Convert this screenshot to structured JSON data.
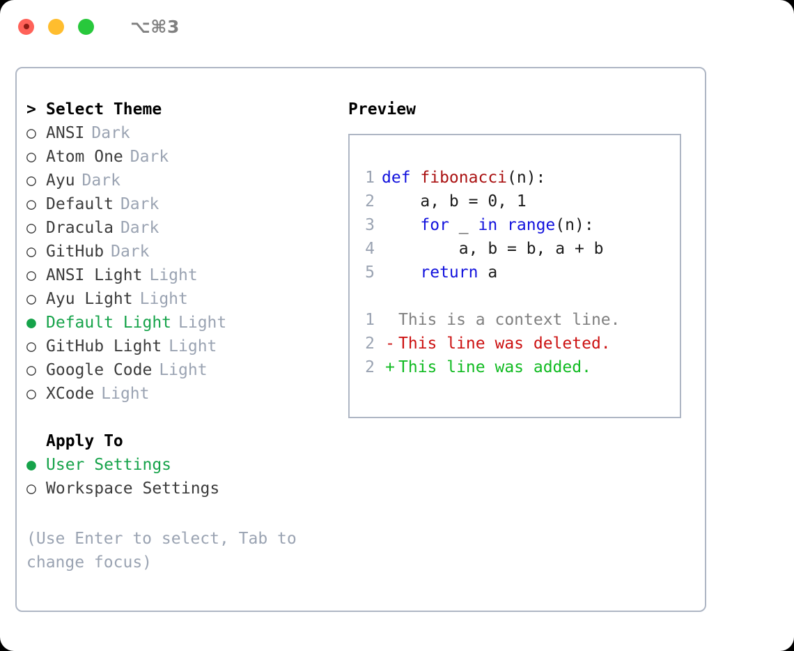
{
  "window": {
    "shortcut": "⌥⌘3",
    "traffic_lights": [
      {
        "name": "close",
        "color": "#ff6259"
      },
      {
        "name": "minimize",
        "color": "#ffbd2e"
      },
      {
        "name": "maximize",
        "color": "#28c83c"
      }
    ]
  },
  "colors": {
    "accent_selected": "#16a34a",
    "muted": "#9aa3b2",
    "text": "#3b3b3b",
    "border": "#aeb6c4",
    "keyword": "#1111dd",
    "function": "#aa1111",
    "diff_added": "#11bb22",
    "diff_deleted": "#cc1111",
    "diff_context": "#808080"
  },
  "theme_list": {
    "header_marker": ">",
    "header": "Select Theme",
    "items": [
      {
        "marker": "○",
        "name": "ANSI",
        "variant": "Dark",
        "selected": false
      },
      {
        "marker": "○",
        "name": "Atom One",
        "variant": "Dark",
        "selected": false
      },
      {
        "marker": "○",
        "name": "Ayu",
        "variant": "Dark",
        "selected": false
      },
      {
        "marker": "○",
        "name": "Default",
        "variant": "Dark",
        "selected": false
      },
      {
        "marker": "○",
        "name": "Dracula",
        "variant": "Dark",
        "selected": false
      },
      {
        "marker": "○",
        "name": "GitHub",
        "variant": "Dark",
        "selected": false
      },
      {
        "marker": "○",
        "name": "ANSI Light",
        "variant": "Light",
        "selected": false
      },
      {
        "marker": "○",
        "name": "Ayu Light",
        "variant": "Light",
        "selected": false
      },
      {
        "marker": "●",
        "name": "Default Light",
        "variant": "Light",
        "selected": true
      },
      {
        "marker": "○",
        "name": "GitHub Light",
        "variant": "Light",
        "selected": false
      },
      {
        "marker": "○",
        "name": "Google Code",
        "variant": "Light",
        "selected": false
      },
      {
        "marker": "○",
        "name": "XCode",
        "variant": "Light",
        "selected": false
      }
    ]
  },
  "apply_to": {
    "header": "Apply To",
    "items": [
      {
        "marker": "●",
        "name": "User Settings",
        "selected": true
      },
      {
        "marker": "○",
        "name": "Workspace Settings",
        "selected": false
      }
    ]
  },
  "hint": "(Use Enter to select, Tab to change focus)",
  "preview": {
    "title": "Preview",
    "code_lines": [
      {
        "no": "1",
        "tokens": [
          {
            "t": "def ",
            "c": "kw"
          },
          {
            "t": "fibonacci",
            "c": "fn"
          },
          {
            "t": "(n):",
            "c": "plain"
          }
        ]
      },
      {
        "no": "2",
        "tokens": [
          {
            "t": "    a, b = 0, 1",
            "c": "plain"
          }
        ]
      },
      {
        "no": "3",
        "tokens": [
          {
            "t": "    ",
            "c": "plain"
          },
          {
            "t": "for",
            "c": "kw"
          },
          {
            "t": " _ ",
            "c": "plain"
          },
          {
            "t": "in",
            "c": "kw"
          },
          {
            "t": " ",
            "c": "plain"
          },
          {
            "t": "range",
            "c": "kw"
          },
          {
            "t": "(n):",
            "c": "plain"
          }
        ]
      },
      {
        "no": "4",
        "tokens": [
          {
            "t": "        a, b = b, a + b",
            "c": "plain"
          }
        ]
      },
      {
        "no": "5",
        "tokens": [
          {
            "t": "    ",
            "c": "plain"
          },
          {
            "t": "return",
            "c": "kw"
          },
          {
            "t": " a",
            "c": "plain"
          }
        ]
      }
    ],
    "diff_lines": [
      {
        "no": "1",
        "sign": " ",
        "text": "This is a context line.",
        "kind": "ctx"
      },
      {
        "no": "2",
        "sign": "-",
        "text": "This line was deleted.",
        "kind": "del"
      },
      {
        "no": "2",
        "sign": "+",
        "text": "This line was added.",
        "kind": "add"
      }
    ]
  }
}
